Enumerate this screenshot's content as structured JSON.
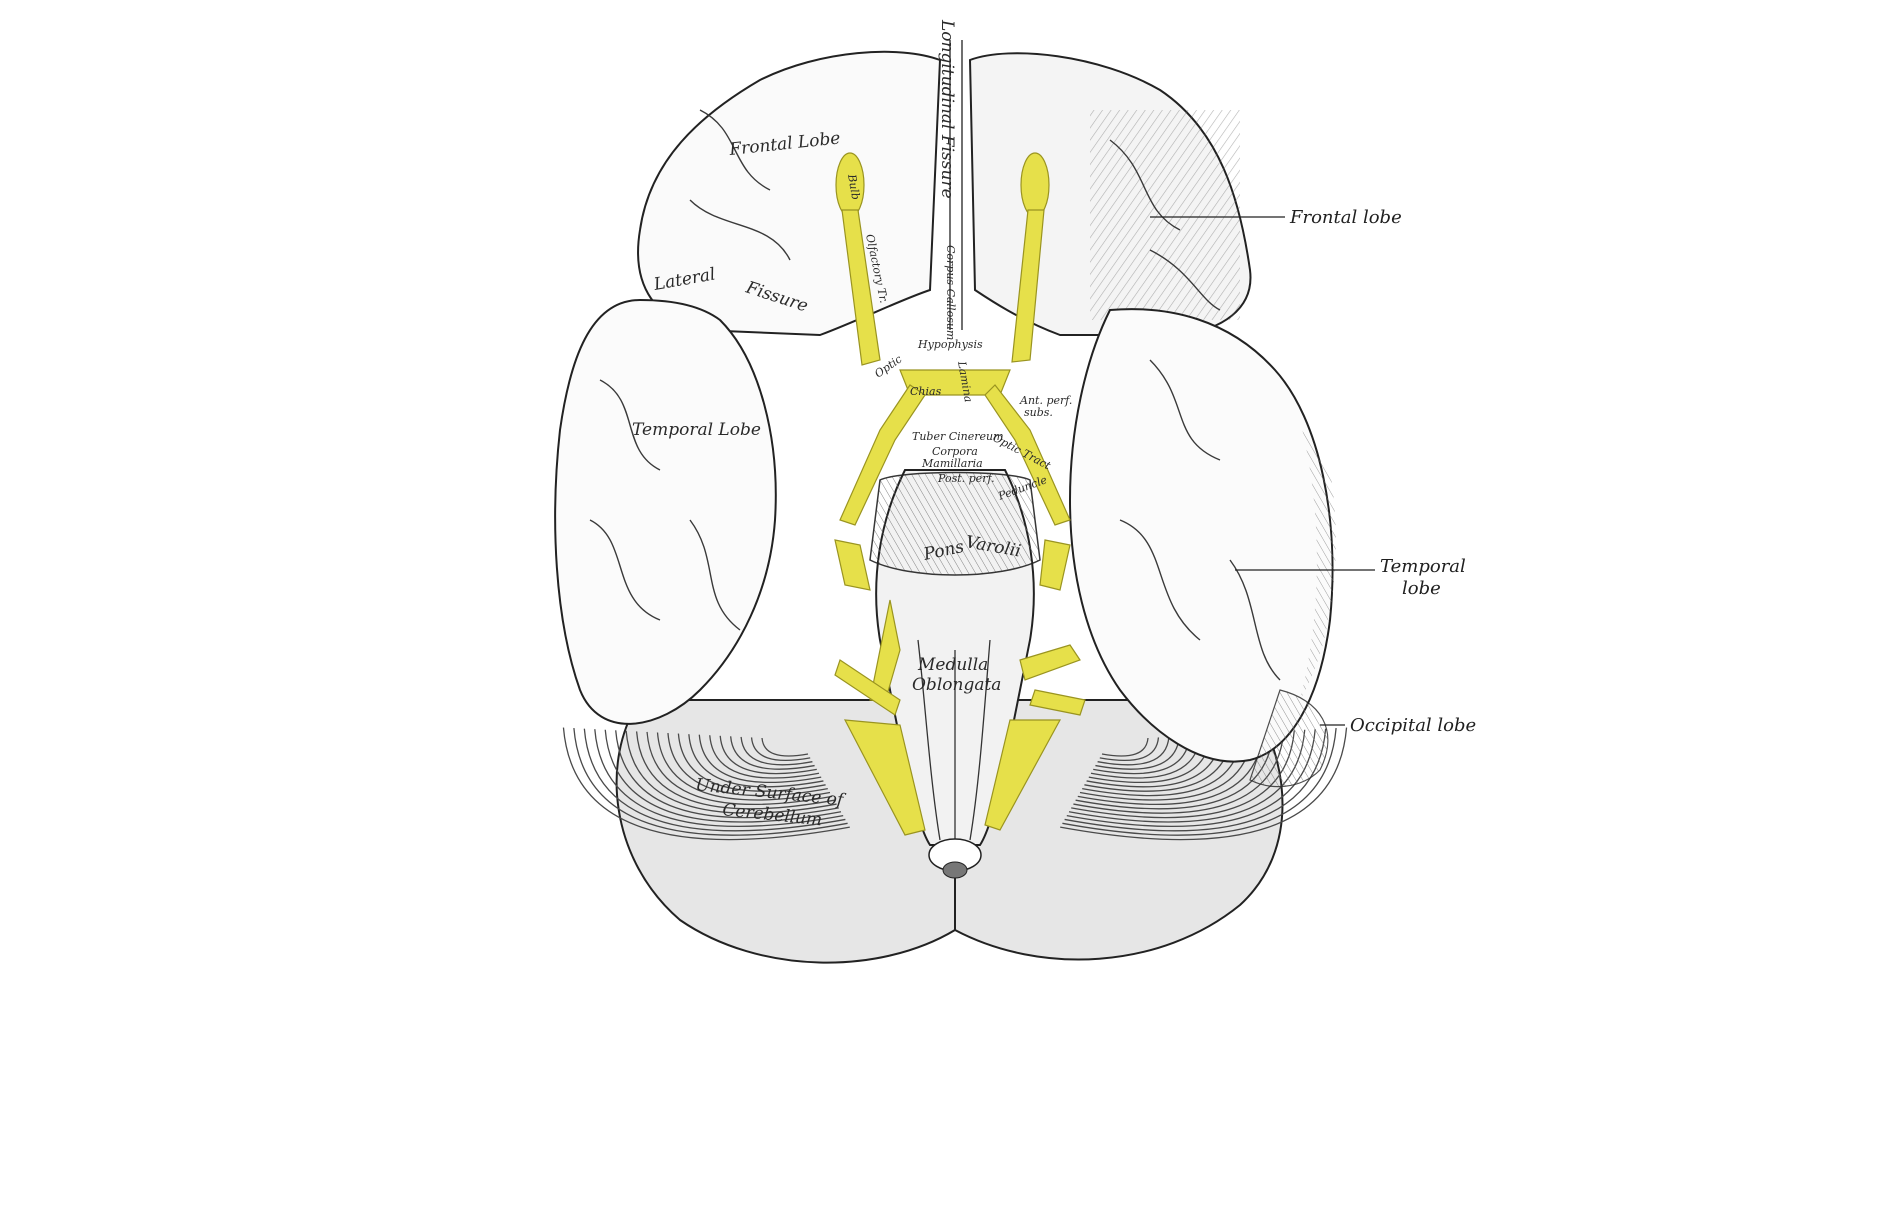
{
  "illustration": {
    "colors": {
      "background": "#ffffff",
      "outline": "#222222",
      "shading": "#5a5a5a",
      "cerebellum": "#e4e4e4",
      "brain_fill": "#fafafa",
      "nerves": "#e6e04a"
    },
    "external_labels": {
      "frontal": "Frontal lobe",
      "temporal_line1": "Temporal",
      "temporal_line2": "lobe",
      "occipital": "Occipital lobe"
    },
    "internal_labels": {
      "frontal_lobe": "Frontal Lobe",
      "longitudinal_fissure": "Longitudinal Fissure",
      "corpus_callosum": "Corpus Callosum",
      "lateral_fissure_1": "Lateral",
      "lateral_fissure_2": "Fissure",
      "bulb": "Bulb",
      "olfactory": "Olfactory Tr.",
      "hypophysis": "Hypophysis",
      "optic_chiasm_1": "Optic",
      "optic_chiasm_2": "Chias",
      "lamina": "Lamina",
      "tuber_cinereum": "Tuber Cinereum",
      "corpora_mamillaria_1": "Corpora",
      "corpora_mamillaria_2": "Mamillaria",
      "post_perf": "Post. perf.",
      "ant_perf_1": "Ant. perf.",
      "ant_perf_2": "subs.",
      "optic_tract": "Optic Tract",
      "peduncle": "Peduncle",
      "temporal_lobe": "Temporal Lobe",
      "pons": "Pons",
      "varolii": "Varolii",
      "medulla": "Medulla",
      "oblongata": "Oblongata",
      "under_surface": "Under Surface of",
      "cerebellum": "Cerebellum"
    }
  }
}
